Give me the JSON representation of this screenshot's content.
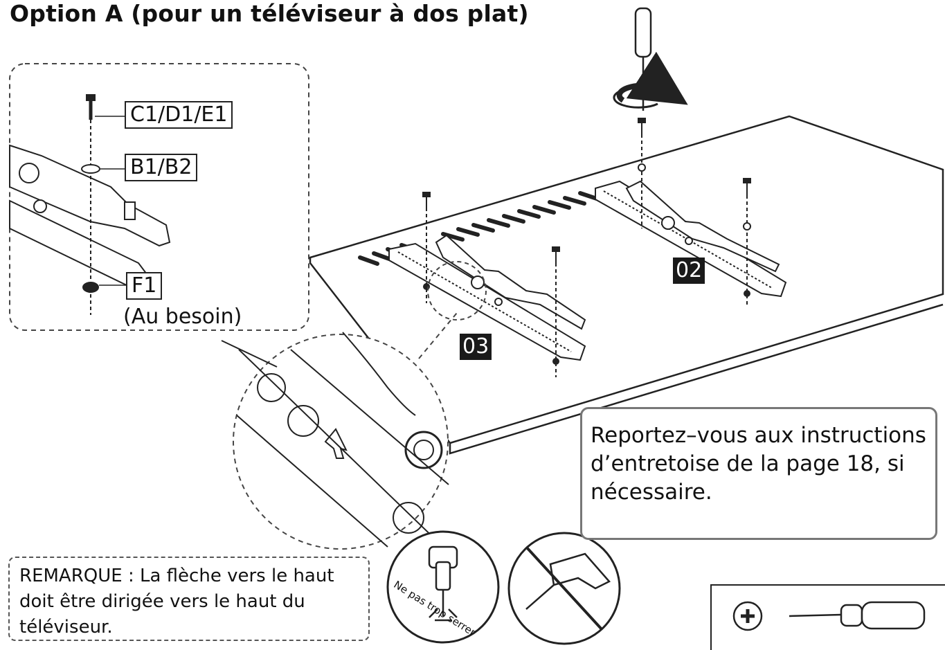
{
  "title": "Option A (pour un téléviseur à dos plat)",
  "callouts": {
    "screw": "C1/D1/E1",
    "washer": "B1/B2",
    "nut": "F1",
    "if_needed": "(Au besoin)"
  },
  "step_tags": {
    "left_bracket": "03",
    "right_bracket": "02"
  },
  "spacer_note": "Reportez–vous aux instructions d’entretoise de la page 18, si nécessaire.",
  "remark": {
    "label": "REMARQUE :",
    "text": " La flèche vers le haut doit être dirigée vers le haut du téléviseur."
  },
  "do_not_overtighten": "Ne pas trop serrer",
  "tool": {
    "icon": "phillips-plus-icon"
  }
}
